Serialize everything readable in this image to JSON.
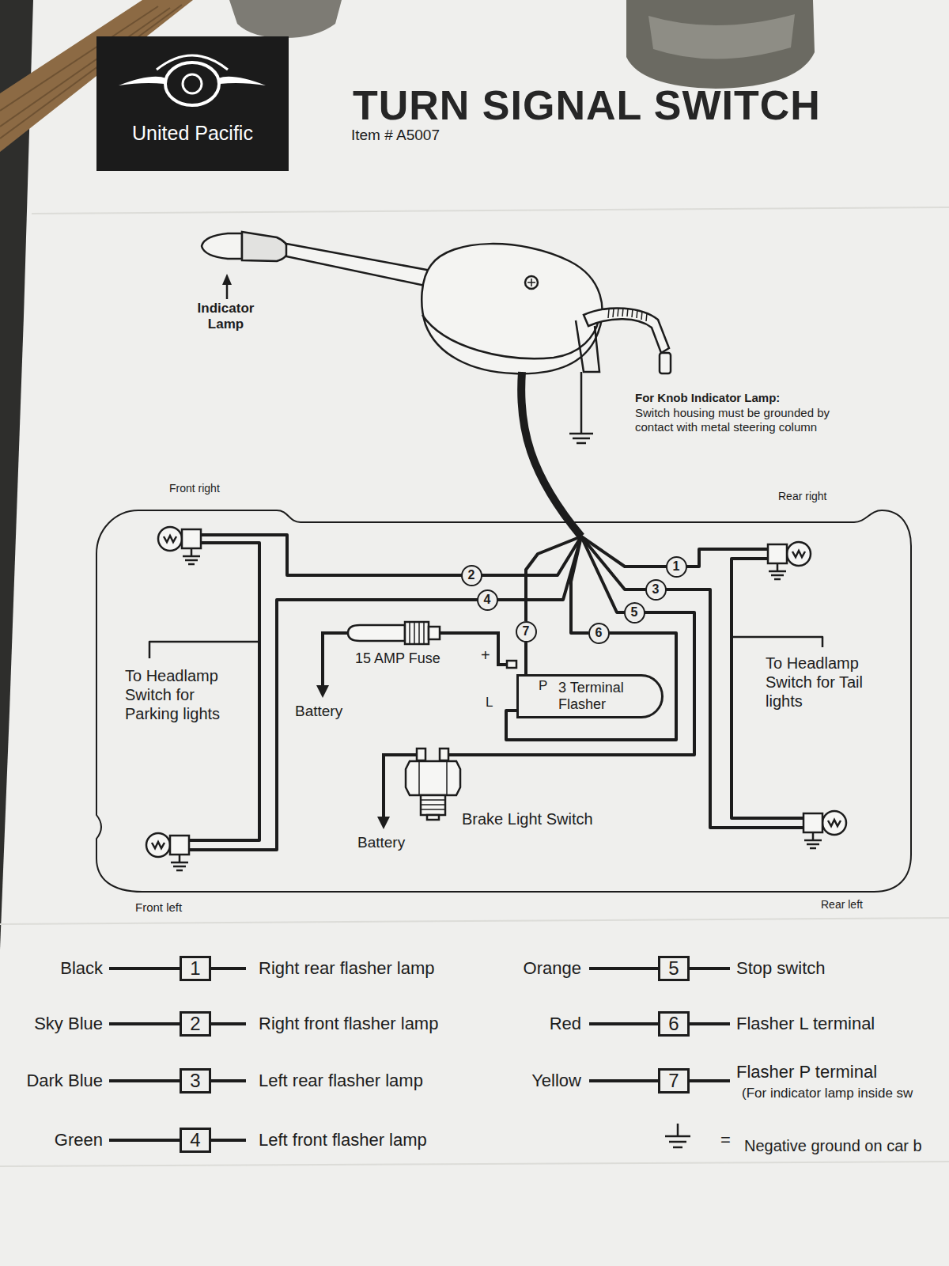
{
  "diagram": {
    "title": "TURN SIGNAL SWITCH",
    "nodes": [
      {
        "text": [
          "United Pacific"
        ]
      },
      {
        "text": [
          "1"
        ]
      },
      {
        "text": [
          "2"
        ]
      },
      {
        "text": [
          "3"
        ]
      },
      {
        "text": [
          "4"
        ]
      },
      {
        "text": [
          "5"
        ]
      },
      {
        "text": [
          "6"
        ]
      },
      {
        "text": [
          "7"
        ]
      },
      {
        "text": [
          "3 Terminal Flasher"
        ]
      },
      {
        "text": [
          "1"
        ]
      },
      {
        "text": [
          "5"
        ]
      },
      {
        "text": [
          "2"
        ]
      },
      {
        "text": [
          "6"
        ]
      },
      {
        "text": [
          "3"
        ]
      },
      {
        "text": [
          "7"
        ]
      },
      {
        "text": [
          "4"
        ]
      }
    ],
    "edges": [
      {
        "from": 7,
        "to": 8,
        "arrow": "none"
      },
      {
        "from": 6,
        "to": 8,
        "arrow": "none"
      }
    ],
    "labels": [
      "Item # A5007",
      "Indicator Lamp",
      "For Knob Indicator Lamp:",
      "Switch housing must be grounded by contact with metal steering column",
      "Front right",
      "Rear right",
      "15 AMP Fuse",
      "+",
      "P",
      "L",
      "To Headlamp Switch for Parking lights",
      "Battery",
      "To Headlamp Switch for Tail lights",
      "Brake Light Switch",
      "Battery",
      "Front left",
      "Rear left",
      "Black",
      "Right rear flasher lamp",
      "Orange",
      "Stop switch",
      "Sky Blue",
      "Right front flasher lamp",
      "Red",
      "Flasher L terminal",
      "Dark Blue",
      "Left rear flasher lamp",
      "Yellow",
      "Flasher P terminal",
      "(For indicator lamp inside sw",
      "Green",
      "Left front flasher lamp",
      "=",
      "Negative ground on car b"
    ]
  }
}
